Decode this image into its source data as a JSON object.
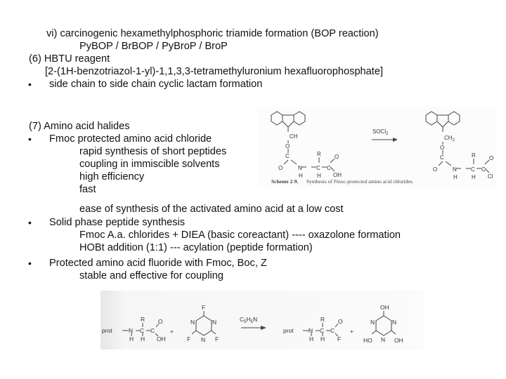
{
  "lines": [
    {
      "text": "vi) carcinogenic hexamethylphosphoric triamide formation (BOP reaction)"
    },
    {
      "text": "PyBOP / BrBOP / PyBroP / BroP"
    },
    {
      "text": "(6) HBTU reagent"
    },
    {
      "text": "[2-(1H-benzotriazol-1-yl)-1,1,3,3-tetramethyluronium hexafluorophosphate]"
    },
    {
      "text": "side chain to side chain cyclic lactam formation"
    },
    {
      "text": "(7) Amino acid halides"
    },
    {
      "text": "Fmoc protected amino acid chloride"
    },
    {
      "text": "rapid synthesis of short peptides"
    },
    {
      "text": "coupling in immiscible solvents"
    },
    {
      "text": "high efficiency"
    },
    {
      "text": "fast"
    },
    {
      "text": "ease of synthesis of the activated amino acid at a low cost"
    },
    {
      "text": "Solid phase peptide synthesis"
    },
    {
      "text": "Fmoc A.a. chlorides + DIEA (basic coreactant) ---- oxazolone formation"
    },
    {
      "text": "HOBt addition (1:1) --- acylation (peptide formation)"
    },
    {
      "text": "Protected amino acid fluoride with Fmoc, Boc, Z"
    },
    {
      "text": "stable and effective for coupling"
    }
  ],
  "bullet_glyph": "•",
  "scheme_top": {
    "reagent": "SOCl",
    "reagent_sub": "2",
    "caption_label": "Scheme 2-9.",
    "caption_text": "Synthesis of Fmoc-protected amino acid chlorides.",
    "labels": {
      "ch2": "CH",
      "ch2_sub": "2",
      "o": "O",
      "n": "N",
      "h": "H",
      "c": "C",
      "r": "R",
      "oh": "OH",
      "cl": "Cl"
    }
  },
  "scheme_bottom": {
    "reagent": "C",
    "reagent_sub1": "5",
    "reagent_mid": "H",
    "reagent_sub2": "5",
    "reagent_end": "N",
    "plus": "+",
    "labels": {
      "prot": "prot",
      "n": "N",
      "c": "C",
      "h": "H",
      "r": "R",
      "o": "O",
      "oh": "OH",
      "f": "F",
      "ho": "HO"
    }
  }
}
